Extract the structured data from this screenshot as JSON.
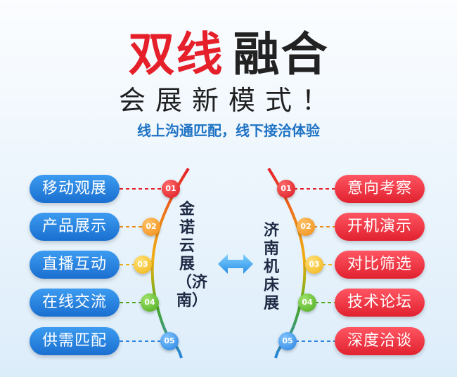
{
  "header": {
    "title_red": "双线",
    "title_dark": "融合",
    "subtitle": "会展新模式！",
    "tagline": "线上沟通匹配，线下接洽体验"
  },
  "left": {
    "vertical_label": "金诺云展（济南）",
    "items": [
      {
        "num": "01",
        "label": "移动观展"
      },
      {
        "num": "02",
        "label": "产品展示"
      },
      {
        "num": "03",
        "label": "直播互动"
      },
      {
        "num": "04",
        "label": "在线交流"
      },
      {
        "num": "05",
        "label": "供需匹配"
      }
    ]
  },
  "right": {
    "vertical_label": "济南机床展",
    "items": [
      {
        "num": "01",
        "label": "意向考察"
      },
      {
        "num": "02",
        "label": "开机演示"
      },
      {
        "num": "03",
        "label": "对比筛选"
      },
      {
        "num": "04",
        "label": "技术论坛"
      },
      {
        "num": "05",
        "label": "深度洽谈"
      }
    ]
  },
  "colors": {
    "red": "#e5202a",
    "blue": "#1f73c4",
    "dot_colors": [
      "#d9161f",
      "#f08b14",
      "#f0b315",
      "#4caa1e",
      "#2a84e0"
    ]
  },
  "icons": {
    "center": "double-arrow-icon"
  }
}
